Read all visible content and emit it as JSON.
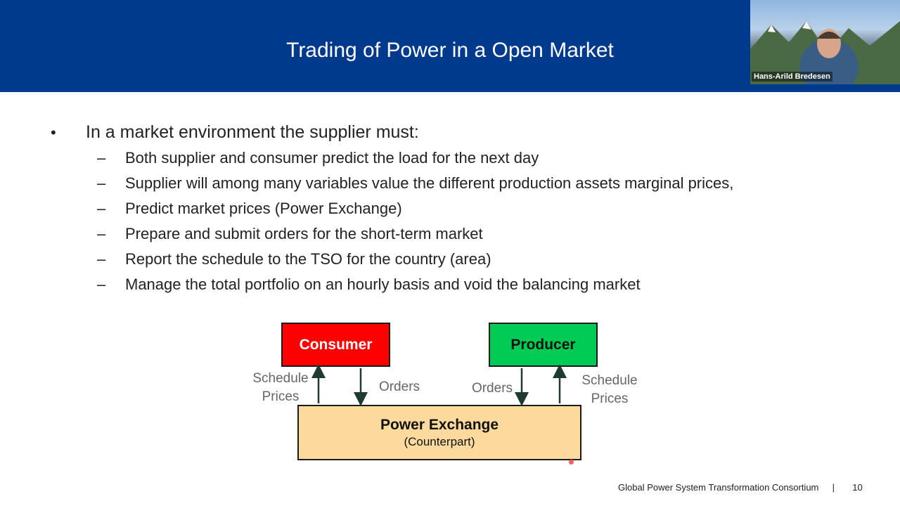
{
  "slide": {
    "title": "Trading of Power in a Open Market",
    "bullet_marker": "•",
    "main_bullet": "In a market environment the supplier must:",
    "dash": "–",
    "sub_bullets": [
      "Both supplier and consumer predict the load for the next day",
      "Supplier will among many variables value the different production assets marginal prices,",
      "Predict market prices (Power Exchange)",
      "Prepare and submit orders for the short-term market",
      "Report the schedule to the TSO for the country (area)",
      "Manage the total portfolio on an hourly basis and void the balancing market"
    ]
  },
  "diagram": {
    "consumer": "Consumer",
    "producer": "Producer",
    "exchange_title": "Power Exchange",
    "exchange_sub": "(Counterpart)",
    "left_schedule": "Schedule",
    "left_prices": "Prices",
    "left_orders": "Orders",
    "right_orders": "Orders",
    "right_schedule": "Schedule",
    "right_prices": "Prices",
    "colors": {
      "consumer": "#ff0000",
      "producer": "#00cc55",
      "exchange": "#fcd99c",
      "arrow": "#1f3b2f"
    }
  },
  "video": {
    "participant_name": "Hans-Arild Bredesen"
  },
  "footer": {
    "organization": "Global Power System Transformation Consortium",
    "separator": "|",
    "page_number": "10"
  }
}
